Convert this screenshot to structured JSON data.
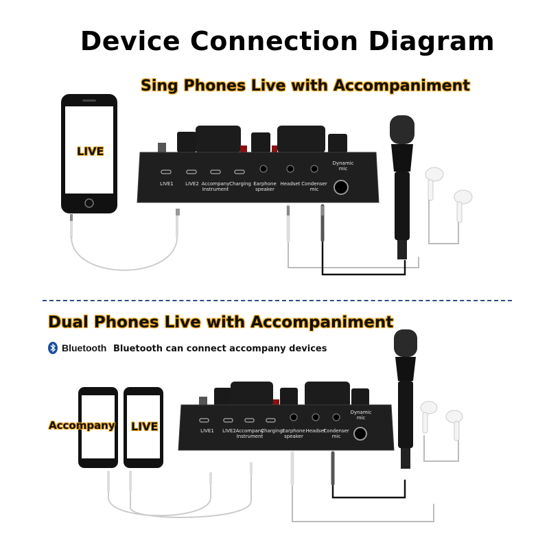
{
  "title": "Device Connection  Diagram",
  "section1": {
    "heading": "Sing Phones Live with Accompaniment",
    "phone_label": "LIVE"
  },
  "section2": {
    "heading": "Dual Phones Live with Accompaniment",
    "bluetooth_logo": "Bluetooth",
    "bluetooth_note": "Bluetooth can connect accompany devices",
    "phone1_label": "Accompany",
    "phone2_label": "LIVE"
  },
  "ports": {
    "live1": "LIVE1",
    "live2": "LIVE2",
    "accompany": "Accompany",
    "instrument": "Instrument",
    "charging": "Charging",
    "earphone": "Earphone",
    "speaker": "speaker",
    "headset": "Headset",
    "condenser": "Condenser",
    "mic": "mic",
    "dynamic": "Dynamic",
    "dynamic_mic": "mic"
  }
}
